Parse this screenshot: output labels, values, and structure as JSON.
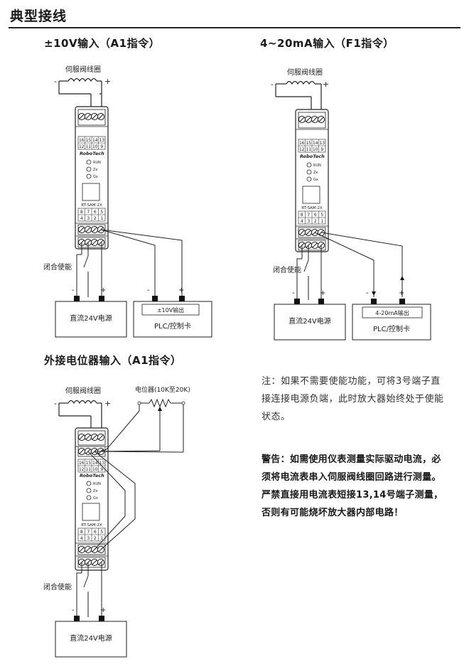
{
  "page": {
    "title": "典型接线"
  },
  "sections": {
    "voltage": {
      "title": "±10V输入（A1指令）"
    },
    "current": {
      "title": "4~20mA输入（F1指令）"
    },
    "pot": {
      "title": "外接电位器输入（A1指令）"
    }
  },
  "labels": {
    "coil": "伺服阀线圈",
    "minus": "-",
    "plus": "+",
    "enable": "闭合使能",
    "psu": "直流24V电源",
    "plc": "PLC/控制卡",
    "out_voltage": "±10V输出",
    "out_current": "4-20mA输出",
    "potentiometer": "电位器(10K至20K)"
  },
  "module": {
    "brand": "RoboTech",
    "model": "RT-SAM-2X",
    "led_run": "RUN",
    "led_zx": "Zx",
    "led_gx": "Gx",
    "top_row1": [
      "16",
      "15",
      "14",
      "13"
    ],
    "top_row2": [
      "12",
      "11",
      "10",
      "9"
    ],
    "bot_row1": [
      "8",
      "7",
      "6",
      "5"
    ],
    "bot_row2": [
      "4",
      "3",
      "2",
      "1"
    ]
  },
  "notes": {
    "note": "注：如果不需要使能功能，可将3号端子直接连接电源负端，此时放大器始终处于使能状态。",
    "warning": "警告：如需使用仪表测量实际驱动电流，必须将电流表串入伺服阀线圈回路进行测量。严禁直接用电流表短接13,14号端子测量，否则有可能烧坏放大器内部电路！"
  }
}
